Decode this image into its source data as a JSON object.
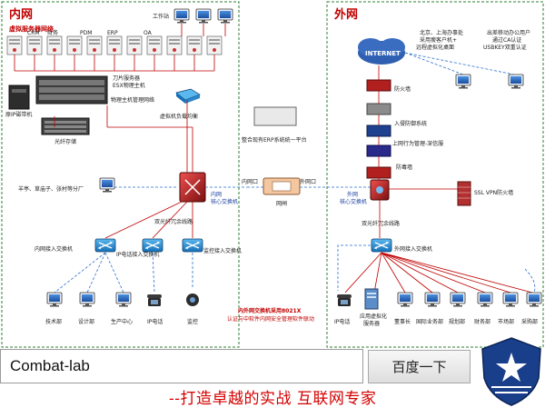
{
  "zones": {
    "intranet": "内网",
    "internet": "外网"
  },
  "virtual_server_net": "虚拟服务器网络",
  "vm_labels": [
    "CRM",
    "财务",
    "PDM",
    "ERP",
    "OA"
  ],
  "terminal_label": "工作站",
  "left_nodes": {
    "tape": "原IP磁带机",
    "storage": "光纤存储",
    "blade": "刀片服务器\nESX物理主机",
    "mgmt_net": "物理主机管理网络",
    "lb": "虚拟机负载均衡",
    "branches": "羊亭、草庙子、张村等分厂",
    "core_switch": "内网\n核心交换机",
    "dual_fiber": "双光纤冗余线路",
    "access_sw": "内网接入交换机",
    "ip_phone_sw": "IP电话接入交换机",
    "monitor_sw": "监控接入交换机",
    "erp_platform": "整合现有ERP系统统一平台"
  },
  "gateway": {
    "in_port": "内网口",
    "out_port": "外网口",
    "name": "网闸"
  },
  "note": {
    "line1": "内外网交换机采用8021X",
    "line2": "认证与中软件内网安全管理软件联动"
  },
  "right_nodes": {
    "internet": "INTERNET",
    "remote_office": "北京、上海办事处\n采用瘦客户机+\n远程虚拟化桌面",
    "mobile": "出差移动办公用户\n通过CA认证\nUSBKEY双重认证",
    "firewall": "防火墙",
    "ips": "入侵防御系统",
    "behavior": "上网行为管理-深信服",
    "border": "防毒墙",
    "ssl_fw": "SSL VPN防火墙",
    "core_switch": "外网\n核心交换机",
    "dual_fiber": "双光纤冗余线路",
    "access_sw": "外网接入交换机"
  },
  "left_terminals": [
    "技术部",
    "设计部",
    "生产中心",
    "IP电话",
    "监控"
  ],
  "right_terminals": [
    "IP电话",
    "应用虚拟化\n服务器",
    "董事长",
    "国际业务部",
    "规划部",
    "财务部",
    "市场部",
    "采购部"
  ],
  "search": {
    "value": "Combat-lab",
    "button": "百度一下"
  },
  "slogan": "--打造卓越的实战  互联网专家"
}
